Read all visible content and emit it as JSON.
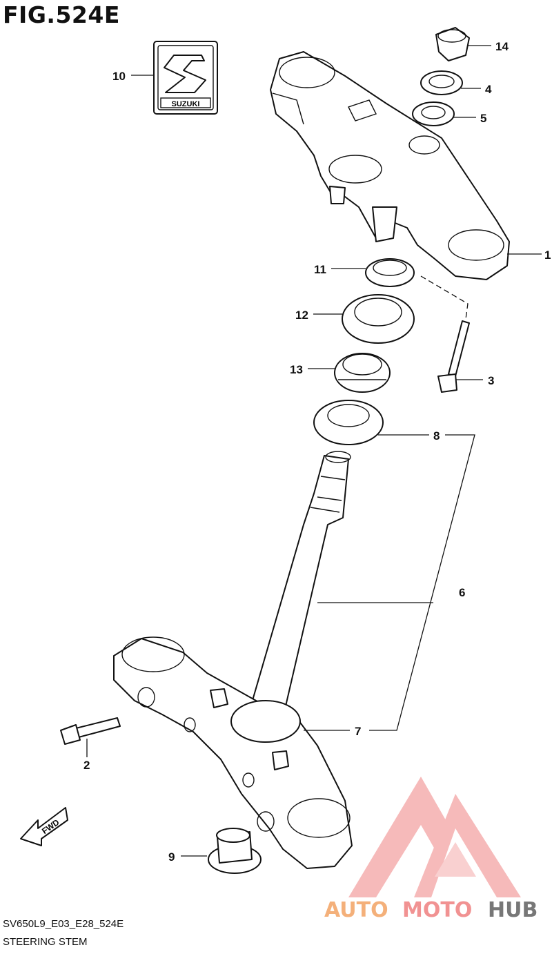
{
  "figure": {
    "title": "FIG.524E",
    "code": "SV650L9_E03_E28_524E",
    "name": "STEERING STEM"
  },
  "emblem": {
    "text": "SUZUKI"
  },
  "watermark": {
    "text_a": "AUTO",
    "text_b": "MOTO",
    "text_c": "HUB",
    "colors": [
      "#f2a07a",
      "#f08080",
      "#666666"
    ]
  },
  "fwd_arrow": {
    "text": "FWD"
  },
  "callouts": [
    "14",
    "4",
    "5",
    "10",
    "1",
    "11",
    "12",
    "13",
    "3",
    "8",
    "6",
    "7",
    "2",
    "9"
  ]
}
